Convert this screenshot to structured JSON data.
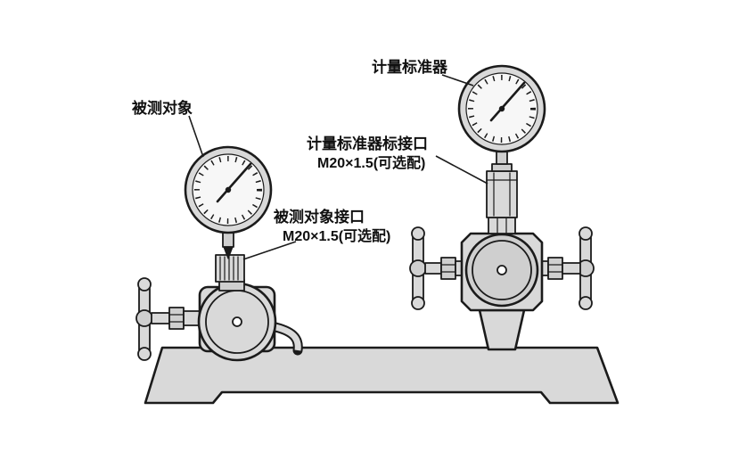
{
  "diagram": {
    "type": "technical-line-drawing",
    "subject": "pressure-gauge-comparison-calibration-pump",
    "colors": {
      "background": "#ffffff",
      "outline": "#1b1b1b",
      "metal_fill": "#d9d9d9",
      "gauge_face": "#f7f7f7"
    }
  },
  "labels": {
    "standard_gauge": "计量标准器",
    "measured_object": "被测对象",
    "standard_port": {
      "line1": "计量标准器标接口",
      "line2": "M20×1.5(可选配)"
    },
    "measured_port": {
      "line1": "被测对象接口",
      "line2": "M20×1.5(可选配)"
    }
  }
}
